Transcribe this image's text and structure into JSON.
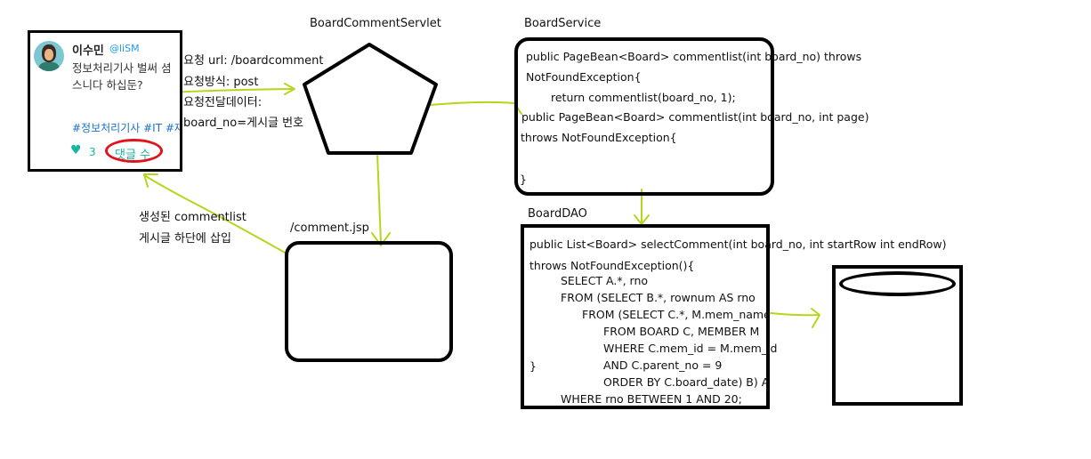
{
  "labels": {
    "servlet": "BoardCommentServlet",
    "service": "BoardService",
    "dao": "BoardDAO",
    "jsp": "/comment.jsp"
  },
  "request_info": {
    "line1": "요청 url: /boardcomment",
    "line2": "요청방식: post",
    "line3": "요청전달데이터:",
    "line4": "board_no=게시글 번호"
  },
  "return_info": {
    "line1": "생성된 commentlist",
    "line2": "게시글 하단에 삽입"
  },
  "card": {
    "name": "이수민",
    "handle": "@liSM",
    "text_line1": "정보처리기사 벌써 셤",
    "text_line2": "스니다 하십둔?",
    "tags": "#정보처리기사 #IT #재",
    "like_count": "3",
    "comment_label": "댓글 수"
  },
  "service_code": [
    "public PageBean<Board> commentlist(int board_no) throws",
    "NotFoundException{",
    "return commentlist(board_no, 1);",
    "public PageBean<Board> commentlist(int board_no, int page)",
    "throws NotFoundException{",
    "}"
  ],
  "dao_code": [
    "public List<Board> selectComment(int board_no, int startRow int endRow)",
    "throws NotFoundException(){",
    "SELECT A.*, rno",
    "FROM (SELECT B.*, rownum AS rno",
    "FROM (SELECT C.*, M.mem_name",
    "FROM BOARD C, MEMBER M",
    "WHERE C.mem_id = M.mem_id",
    "AND C.parent_no = 9",
    "ORDER BY C.board_date) B) A",
    "WHERE rno BETWEEN 1 AND 20;",
    "}"
  ],
  "colors": {
    "arrow": "#b5d61d",
    "highlight": "#e0141c",
    "accent": "#17b5a0"
  },
  "icons": {
    "heart": "heart-icon"
  }
}
